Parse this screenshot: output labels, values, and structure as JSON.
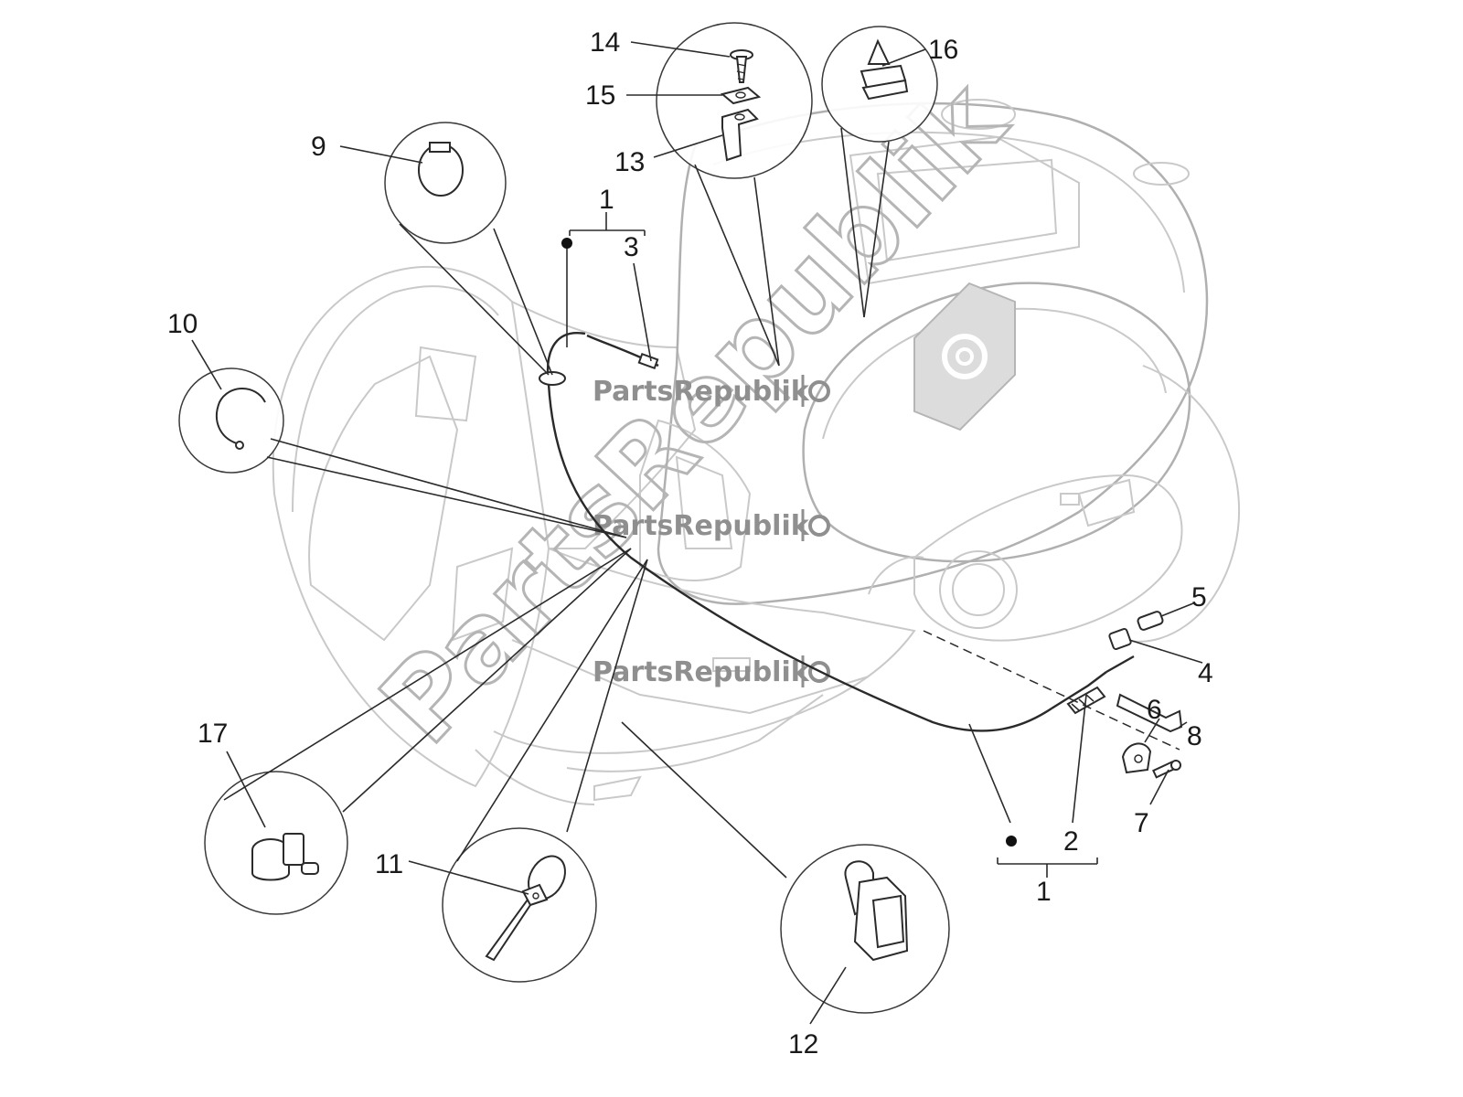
{
  "labels": {
    "l1_top": "1",
    "l3": "3",
    "l14": "14",
    "l15": "15",
    "l13": "13",
    "l16": "16",
    "l9": "9",
    "l10": "10",
    "l5": "5",
    "l4": "4",
    "l6": "6",
    "l8": "8",
    "l7": "7",
    "l2": "2",
    "l1_bottom": "1",
    "l17": "17",
    "l11": "11",
    "l12": "12"
  },
  "watermark": {
    "brand": "PartsRepublik",
    "brand_big": "PartsRepublik"
  },
  "colors": {
    "outline": "#2b2b2b",
    "body": "#c9c9c9",
    "watermark": "#8f8f8f"
  },
  "icons": [
    "gear-icon",
    "screw-icon",
    "clip-icon",
    "cable-tie-icon",
    "bracket-icon"
  ]
}
